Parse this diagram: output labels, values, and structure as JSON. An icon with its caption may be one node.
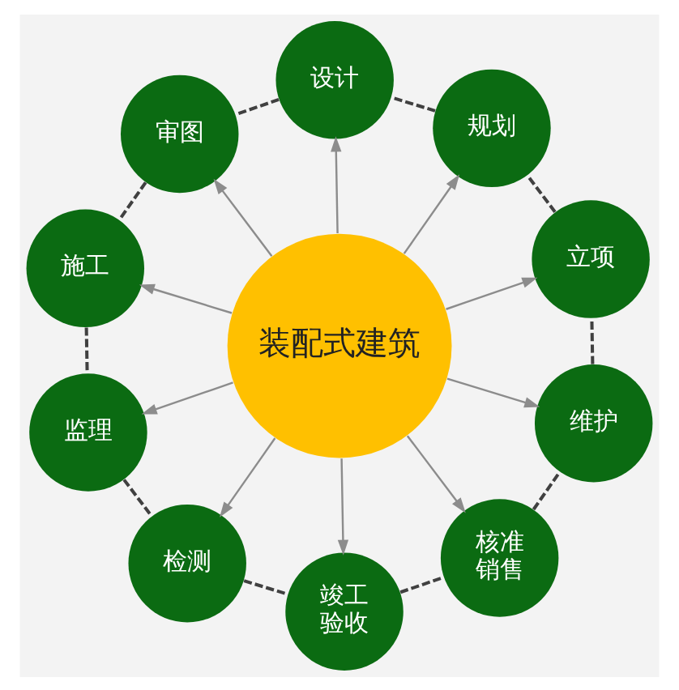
{
  "diagram": {
    "nodes": [
      {
        "text": [
          "装配式建筑"
        ]
      },
      {
        "text": [
          "立项"
        ]
      },
      {
        "text": [
          "规划"
        ]
      },
      {
        "text": [
          "设计"
        ]
      },
      {
        "text": [
          "审图"
        ]
      },
      {
        "text": [
          "施工"
        ]
      },
      {
        "text": [
          "监理"
        ]
      },
      {
        "text": [
          "检测"
        ]
      },
      {
        "text": [
          "竣工验收"
        ]
      },
      {
        "text": [
          "核准销售"
        ]
      },
      {
        "text": [
          "维护"
        ]
      }
    ],
    "edges": [
      {
        "from": 0,
        "to": 1,
        "arrow": "to"
      },
      {
        "from": 0,
        "to": 2,
        "arrow": "to"
      },
      {
        "from": 0,
        "to": 3,
        "arrow": "to"
      },
      {
        "from": 0,
        "to": 4,
        "arrow": "to"
      },
      {
        "from": 0,
        "to": 5,
        "arrow": "to"
      },
      {
        "from": 0,
        "to": 6,
        "arrow": "to"
      },
      {
        "from": 0,
        "to": 7,
        "arrow": "to"
      },
      {
        "from": 0,
        "to": 8,
        "arrow": "to"
      },
      {
        "from": 0,
        "to": 9,
        "arrow": "to"
      },
      {
        "from": 0,
        "to": 10,
        "arrow": "to"
      },
      {
        "from": 1,
        "to": 2,
        "arrow": "none",
        "style": "dashed",
        "color": "#404040"
      },
      {
        "from": 2,
        "to": 3,
        "arrow": "none",
        "style": "dashed",
        "color": "#404040"
      },
      {
        "from": 3,
        "to": 4,
        "arrow": "none",
        "style": "dashed",
        "color": "#404040"
      },
      {
        "from": 4,
        "to": 5,
        "arrow": "none",
        "style": "dashed",
        "color": "#404040"
      },
      {
        "from": 5,
        "to": 6,
        "arrow": "none",
        "style": "dashed",
        "color": "#404040"
      },
      {
        "from": 6,
        "to": 7,
        "arrow": "none",
        "style": "dashed",
        "color": "#404040"
      },
      {
        "from": 7,
        "to": 8,
        "arrow": "none",
        "style": "dashed",
        "color": "#404040"
      },
      {
        "from": 8,
        "to": 9,
        "arrow": "none",
        "style": "dashed",
        "color": "#404040"
      },
      {
        "from": 9,
        "to": 10,
        "arrow": "none",
        "style": "dashed",
        "color": "#404040"
      },
      {
        "from": 10,
        "to": 1,
        "arrow": "none",
        "style": "dashed",
        "color": "#404040"
      }
    ]
  }
}
